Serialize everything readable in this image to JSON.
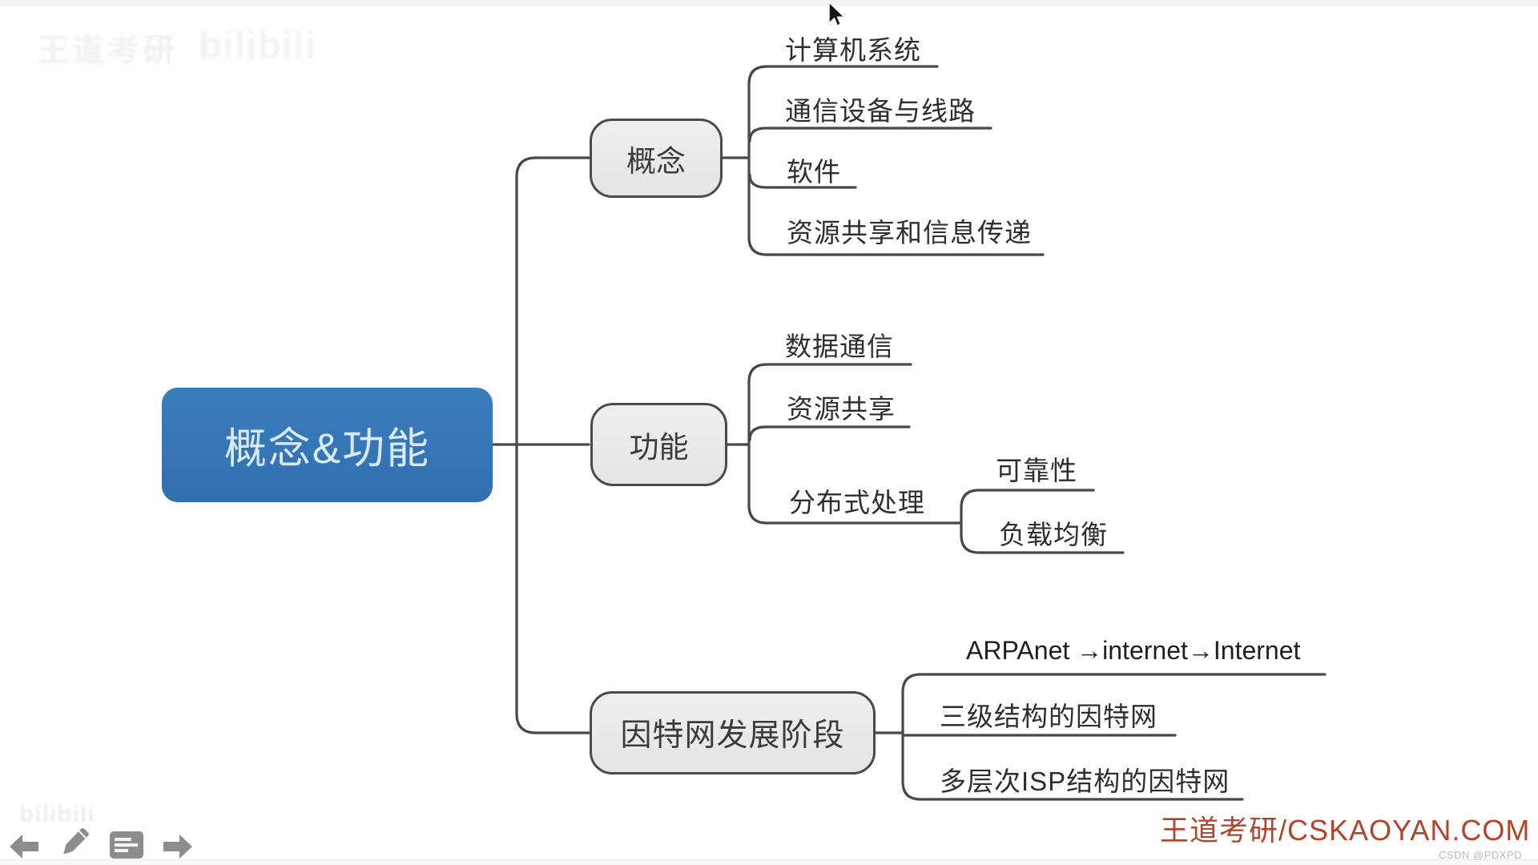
{
  "mindmap": {
    "line_color": "#484848",
    "node_fill": "#eaeaea",
    "root": {
      "label": "概念&功能",
      "fill": "#3477b8",
      "text_color": "#d9e9f8"
    },
    "branches": [
      {
        "label": "概念",
        "children": [
          {
            "label": "计算机系统"
          },
          {
            "label": "通信设备与线路"
          },
          {
            "label": "软件"
          },
          {
            "label": "资源共享和信息传递"
          }
        ]
      },
      {
        "label": "功能",
        "children": [
          {
            "label": "数据通信"
          },
          {
            "label": "资源共享"
          },
          {
            "label": "分布式处理",
            "children": [
              {
                "label": "可靠性"
              },
              {
                "label": "负载均衡"
              }
            ]
          }
        ]
      },
      {
        "label": "因特网发展阶段",
        "children": [
          {
            "label": "ARPAnet →internet→Internet"
          },
          {
            "label": "三级结构的因特网"
          },
          {
            "label": "多层次ISP结构的因特网"
          }
        ]
      }
    ]
  },
  "watermarks": {
    "top_left_brand": "王道考研",
    "top_left_logo": "bilibili",
    "bottom_left_logo": "bilibili",
    "bottom_right_brand": "王道考研/CSKAOYAN.COM",
    "brand_color": "#b0452c",
    "bottom_right_credit": "CSDN @PDXPD"
  },
  "toolbar": {
    "icons": [
      "back-arrow",
      "pencil",
      "annotation-note",
      "forward-arrow"
    ]
  }
}
